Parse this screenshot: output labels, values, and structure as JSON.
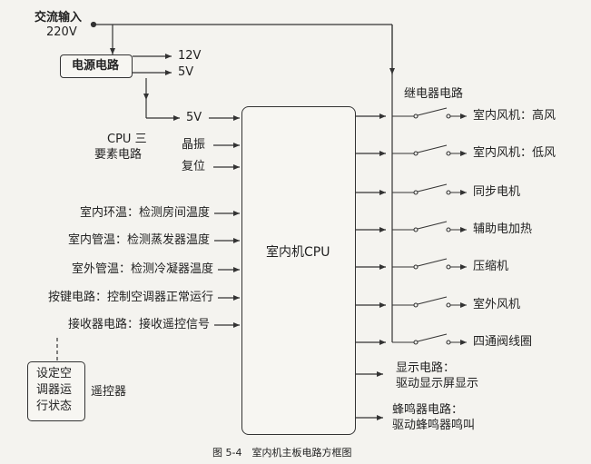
{
  "input": {
    "line1": "交流输入",
    "line2": "220V"
  },
  "power": {
    "label": "电源电路",
    "out1": "12V",
    "out2": "5V",
    "cpu_in": "5V"
  },
  "cpu_three": {
    "line1": "CPU 三",
    "line2": "要素电路",
    "crystal": "晶振",
    "reset": "复位"
  },
  "cpu": {
    "label": "室内机CPU"
  },
  "inputs": [
    "室内环温：检测房间温度",
    "室内管温：检测蒸发器温度",
    "室外管温：检测冷凝器温度",
    "按键电路：控制空调器正常运行",
    "接收器电路：接收遥控信号"
  ],
  "remote": {
    "box_line1": "设定空",
    "box_line2": "调器运",
    "box_line3": "行状态",
    "label": "遥控器"
  },
  "relay": {
    "title": "继电器电路",
    "outputs": [
      "室内风机：高风",
      "室内风机：低风",
      "同步电机",
      "辅助电加热",
      "压缩机",
      "室外风机",
      "四通阀线圈"
    ]
  },
  "display": {
    "line1": "显示电路：",
    "line2": "驱动显示屏显示"
  },
  "buzzer": {
    "line1": "蜂鸣器电路：",
    "line2": "驱动蜂鸣器鸣叫"
  },
  "caption": "图 5-4　室内机主板电路方框图"
}
